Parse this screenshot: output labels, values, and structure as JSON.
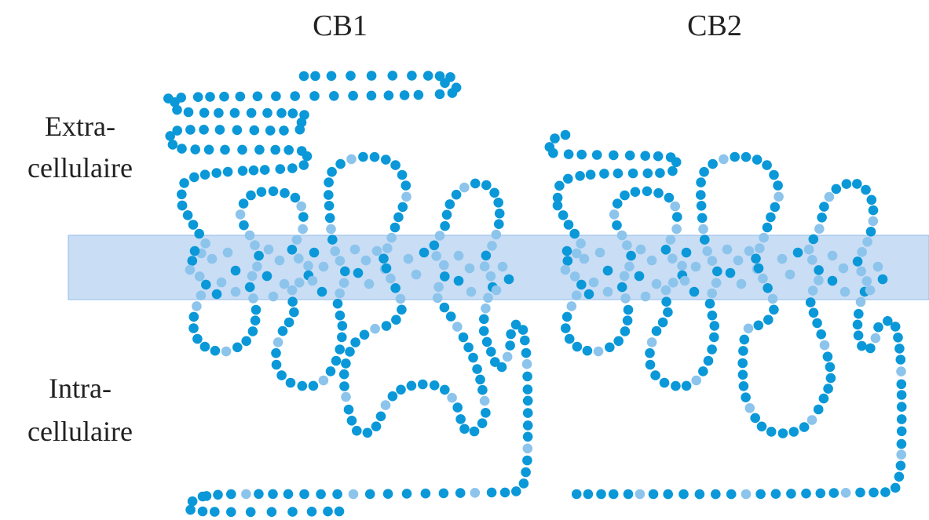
{
  "receptors": {
    "left": {
      "label": "CB1"
    },
    "right": {
      "label": "CB2"
    }
  },
  "regions": {
    "extracellular": {
      "line1": "Extra-",
      "line2": "cellulaire"
    },
    "intracellular": {
      "line1": "Intra-",
      "line2": "cellulaire"
    }
  },
  "colors": {
    "dark_residue": "#0a98d8",
    "light_residue": "#8cc4ec",
    "membrane_fill": "#c9ddf5",
    "membrane_stroke": "#93bde8"
  }
}
